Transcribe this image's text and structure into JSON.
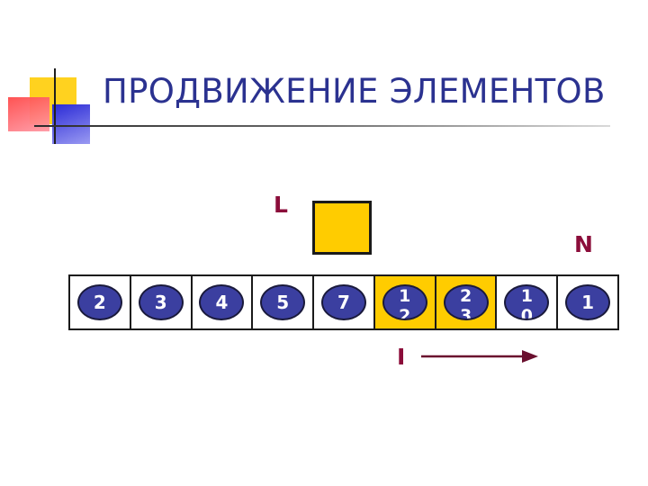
{
  "title": "ПРОДВИЖЕНИЕ ЭЛЕМЕНТОВ",
  "labels": {
    "left_marker": "L",
    "size_marker": "N",
    "index_marker": "I"
  },
  "colors": {
    "title": "#2b3290",
    "marker_labels": "#8b0d3a",
    "highlight": "#ffcc00",
    "element": "#3b3fa0"
  },
  "array": {
    "elements": [
      {
        "value": "2",
        "highlighted": false
      },
      {
        "value": "3",
        "highlighted": false
      },
      {
        "value": "4",
        "highlighted": false
      },
      {
        "value": "5",
        "highlighted": false
      },
      {
        "value": "7",
        "highlighted": false
      },
      {
        "value": "12",
        "highlighted": true
      },
      {
        "value": "23",
        "highlighted": true
      },
      {
        "value": "10",
        "highlighted": false
      },
      {
        "value": "1",
        "highlighted": false
      }
    ]
  },
  "arrow_direction": "right"
}
